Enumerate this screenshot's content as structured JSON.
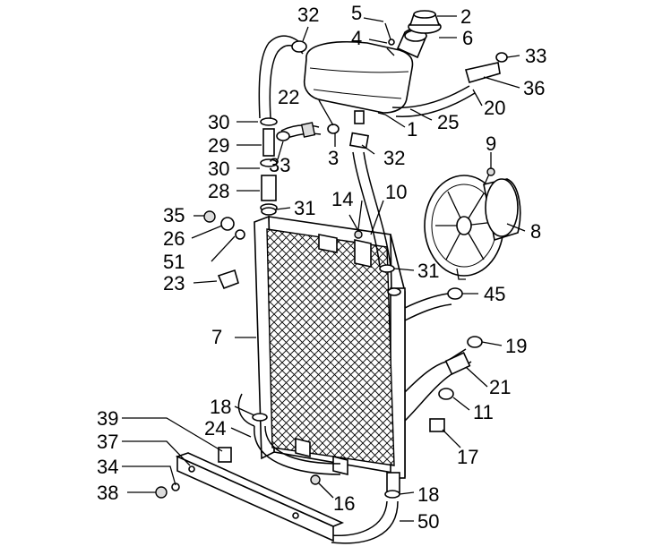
{
  "diagram": {
    "callouts": [
      {
        "id": "c1",
        "label": "1"
      },
      {
        "id": "c2",
        "label": "2"
      },
      {
        "id": "c3",
        "label": "3"
      },
      {
        "id": "c4",
        "label": "4"
      },
      {
        "id": "c5",
        "label": "5"
      },
      {
        "id": "c6",
        "label": "6"
      },
      {
        "id": "c7",
        "label": "7"
      },
      {
        "id": "c8",
        "label": "8"
      },
      {
        "id": "c9",
        "label": "9"
      },
      {
        "id": "c10",
        "label": "10"
      },
      {
        "id": "c11",
        "label": "11"
      },
      {
        "id": "c14",
        "label": "14"
      },
      {
        "id": "c16",
        "label": "16"
      },
      {
        "id": "c17",
        "label": "17"
      },
      {
        "id": "c18a",
        "label": "18"
      },
      {
        "id": "c18b",
        "label": "18"
      },
      {
        "id": "c19",
        "label": "19"
      },
      {
        "id": "c20",
        "label": "20"
      },
      {
        "id": "c21",
        "label": "21"
      },
      {
        "id": "c22",
        "label": "22"
      },
      {
        "id": "c23",
        "label": "23"
      },
      {
        "id": "c24",
        "label": "24"
      },
      {
        "id": "c25",
        "label": "25"
      },
      {
        "id": "c26",
        "label": "26"
      },
      {
        "id": "c28",
        "label": "28"
      },
      {
        "id": "c29",
        "label": "29"
      },
      {
        "id": "c30a",
        "label": "30"
      },
      {
        "id": "c30b",
        "label": "30"
      },
      {
        "id": "c31a",
        "label": "31"
      },
      {
        "id": "c31b",
        "label": "31"
      },
      {
        "id": "c32a",
        "label": "32"
      },
      {
        "id": "c32b",
        "label": "32"
      },
      {
        "id": "c33a",
        "label": "33"
      },
      {
        "id": "c33b",
        "label": "33"
      },
      {
        "id": "c34",
        "label": "34"
      },
      {
        "id": "c35",
        "label": "35"
      },
      {
        "id": "c36",
        "label": "36"
      },
      {
        "id": "c37",
        "label": "37"
      },
      {
        "id": "c38",
        "label": "38"
      },
      {
        "id": "c39",
        "label": "39"
      },
      {
        "id": "c45",
        "label": "45"
      },
      {
        "id": "c50",
        "label": "50"
      },
      {
        "id": "c51",
        "label": "51"
      }
    ]
  }
}
